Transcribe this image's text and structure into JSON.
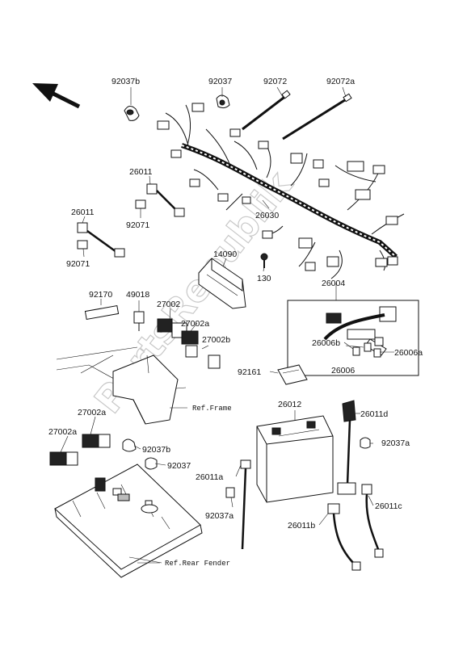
{
  "parts": [
    {
      "id": "p-92037b-top",
      "text": "92037b"
    },
    {
      "id": "p-92037-top",
      "text": "92037"
    },
    {
      "id": "p-92072",
      "text": "92072"
    },
    {
      "id": "p-92072a",
      "text": "92072a"
    },
    {
      "id": "p-26011-1",
      "text": "26011"
    },
    {
      "id": "p-92071-1",
      "text": "92071"
    },
    {
      "id": "p-26011-2",
      "text": "26011"
    },
    {
      "id": "p-92071-2",
      "text": "92071"
    },
    {
      "id": "p-26030",
      "text": "26030"
    },
    {
      "id": "p-14090",
      "text": "14090"
    },
    {
      "id": "p-130",
      "text": "130"
    },
    {
      "id": "p-26004",
      "text": "26004"
    },
    {
      "id": "p-92170",
      "text": "92170"
    },
    {
      "id": "p-49018",
      "text": "49018"
    },
    {
      "id": "p-27002",
      "text": "27002"
    },
    {
      "id": "p-27002a-1",
      "text": "27002a"
    },
    {
      "id": "p-27002b",
      "text": "27002b"
    },
    {
      "id": "p-26006b",
      "text": "26006b"
    },
    {
      "id": "p-26006a",
      "text": "26006a"
    },
    {
      "id": "p-26006",
      "text": "26006"
    },
    {
      "id": "p-92161",
      "text": "92161"
    },
    {
      "id": "p-26012",
      "text": "26012"
    },
    {
      "id": "p-26011d",
      "text": "26011d"
    },
    {
      "id": "p-27002a-2",
      "text": "27002a"
    },
    {
      "id": "p-27002a-3",
      "text": "27002a"
    },
    {
      "id": "p-92037b-bot",
      "text": "92037b"
    },
    {
      "id": "p-92037-bot",
      "text": "92037"
    },
    {
      "id": "p-92037a-right",
      "text": "92037a"
    },
    {
      "id": "p-26011a",
      "text": "26011a"
    },
    {
      "id": "p-92037a-bot",
      "text": "92037a"
    },
    {
      "id": "p-26011b",
      "text": "26011b"
    },
    {
      "id": "p-26011c",
      "text": "26011c"
    }
  ],
  "refs": {
    "frame": "Ref.Frame",
    "rear_fender": "Ref.Rear Fender"
  },
  "watermark": "PartsRepublik",
  "icons": {
    "direction": "front-direction-arrow-icon"
  }
}
